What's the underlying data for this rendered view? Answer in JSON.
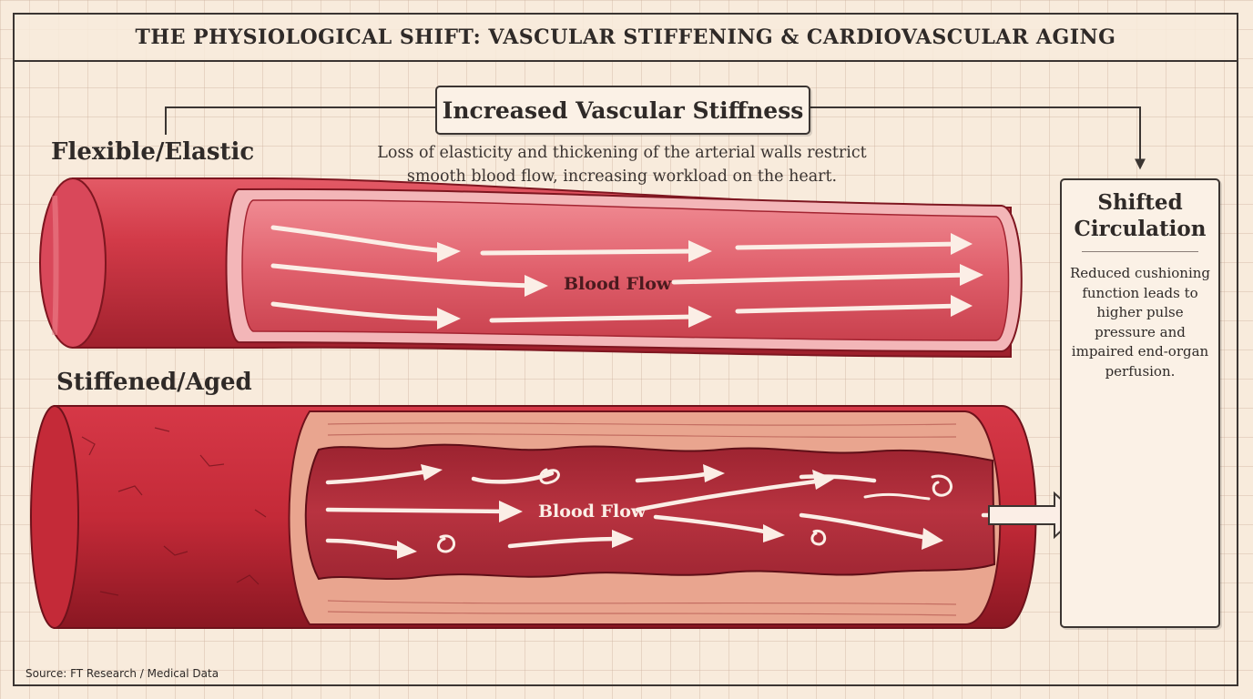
{
  "title": "THE PHYSIOLOGICAL SHIFT: VASCULAR STIFFENING & CARDIOVASCULAR AGING",
  "callout": {
    "title": "Increased Vascular Stiffness",
    "description": "Loss of elasticity and thickening of the arterial walls restrict smooth blood flow, increasing workload on the heart."
  },
  "vessels": {
    "flexible": {
      "label": "Flexible/Elastic",
      "flow_label": "Blood Flow"
    },
    "stiffened": {
      "label": "Stiffened/Aged",
      "flow_label": "Blood Flow"
    }
  },
  "side_panel": {
    "title": "Shifted Circulation",
    "text": "Reduced cushioning function leads to higher pulse pressure and impaired end-organ perfusion.",
    "icon": "heart-circulation-icon"
  },
  "source": "Source: FT Research / Medical Data",
  "colors": {
    "background": "#f8ebdc",
    "vessel_red": "#c92f3e",
    "vessel_dark": "#8e1b26",
    "lumen": "#e06671",
    "arrow": "#fbeee6",
    "ink": "#2f2a28"
  }
}
